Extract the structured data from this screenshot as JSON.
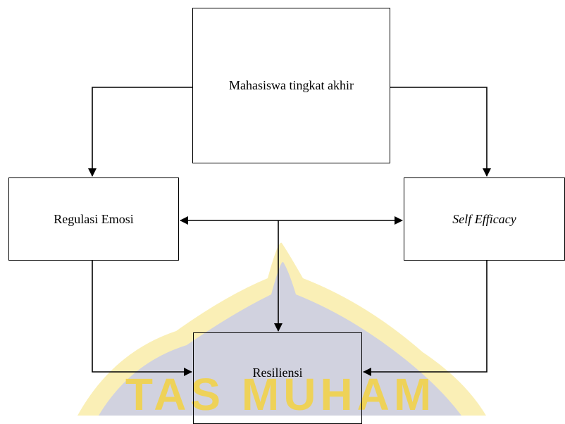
{
  "diagram": {
    "nodes": {
      "top": "Mahasiswa tingkat akhir",
      "left": "Regulasi Emosi",
      "right": "Self Efficacy",
      "bottom": "Resiliensi"
    },
    "watermark_text": "TAS MUHAM",
    "colors": {
      "line": "#000000",
      "watermark_blue": "#c9cde6",
      "watermark_yellow": "#f5e27a",
      "watermark_text": "#f2d34a"
    }
  }
}
